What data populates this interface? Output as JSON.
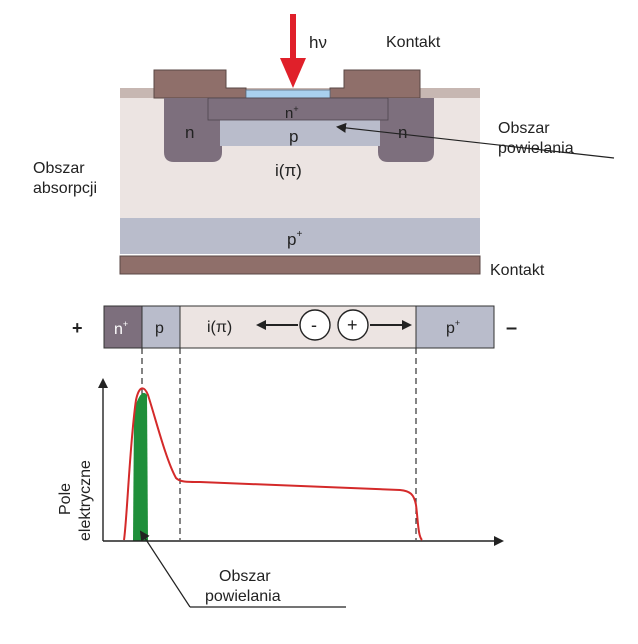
{
  "device": {
    "light_label": "hν",
    "contact_top_label": "Kontakt",
    "contact_bottom_label": "Kontakt",
    "layer_nplus": "n",
    "layer_nplus_sup": "+",
    "layer_p": "p",
    "layer_n_left": "n",
    "layer_n_right": "n",
    "layer_i": "i(π)",
    "layer_pplus": "p",
    "layer_pplus_sup": "+",
    "absorption_label_line1": "Obszar",
    "absorption_label_line2": "absorpcji",
    "multiplication_label_line1": "Obszar",
    "multiplication_label_line2": "powielania"
  },
  "band": {
    "plus_sign": "+",
    "minus_sign": "–",
    "region_nplus": "n",
    "region_nplus_sup": "+",
    "region_p": "p",
    "region_i": "i(π)",
    "region_pplus": "p",
    "region_pplus_sup": "+",
    "electron": "-",
    "hole": "+"
  },
  "plot": {
    "ylabel_line1": "Pole",
    "ylabel_line2": "elektryczne",
    "multiplication_label_line1": "Obszar",
    "multiplication_label_line2": "powielania"
  },
  "colors": {
    "light_arrow": "#e0202a",
    "field_curve": "#d42a2a",
    "multiplication_fill": "#1f8f3a",
    "absorption_bg": "#ece4e2",
    "pplus_layer": "#b9bccb",
    "contact_metal": "#8f6f6a",
    "nplus_layer": "#7d6f7d",
    "window": "#a9d0ef"
  }
}
